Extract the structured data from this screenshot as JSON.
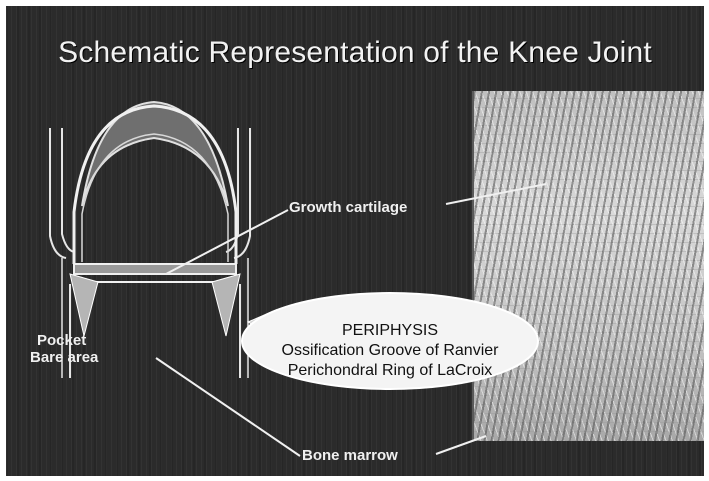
{
  "slide": {
    "title": "Schematic Representation of the Knee Joint"
  },
  "labels": {
    "growth_cartilage": "Growth cartilage",
    "bone_marrow": "Bone marrow",
    "pocket": "Pocket",
    "bare_area": "Bare area"
  },
  "periphysis": {
    "heading": "PERIPHYSIS",
    "line1": "Ossification Groove of Ranvier",
    "line2": "Perichondral Ring of LaCroix"
  },
  "colors": {
    "background": "#2b2b2b",
    "text": "#f0f0f0",
    "oval": "#f4f4f4",
    "cartilage": "#8a8a8a"
  }
}
